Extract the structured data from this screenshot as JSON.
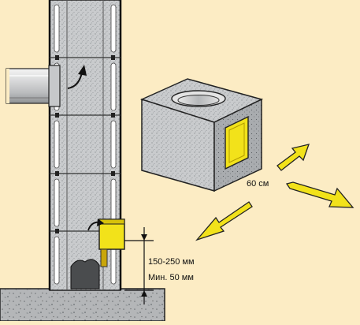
{
  "labels": {
    "gap_range": "150-250 мм",
    "gap_min": "Мин. 50 мм",
    "clearance": "60 см"
  },
  "colors": {
    "background": "#fcecc4",
    "block": "#c9cbcd",
    "block_dark": "#9a9ea2",
    "accent_yellow": "#f2e21a",
    "pipe": "#d8d9da",
    "foundation": "#b4b6b8"
  }
}
